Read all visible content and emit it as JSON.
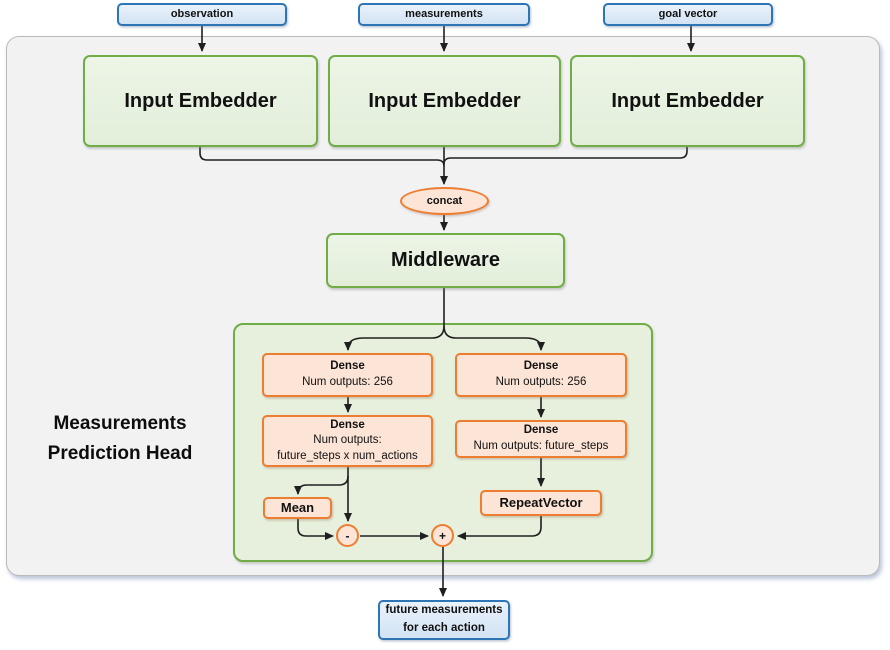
{
  "diagram": {
    "inputs": [
      {
        "label": "observation"
      },
      {
        "label": "measurements"
      },
      {
        "label": "goal vector"
      }
    ],
    "embedders": [
      {
        "label": "Input Embedder"
      },
      {
        "label": "Input Embedder"
      },
      {
        "label": "Input Embedder"
      }
    ],
    "concat": {
      "label": "concat"
    },
    "middleware": {
      "label": "Middleware"
    },
    "head": {
      "title_line1": "Measurements",
      "title_line2": "Prediction Head",
      "dense": [
        {
          "title": "Dense",
          "line1": "Num outputs: 256"
        },
        {
          "title": "Dense",
          "line1": "Num outputs:",
          "line2": "future_steps x num_actions"
        },
        {
          "title": "Dense",
          "line1": "Num outputs: 256"
        },
        {
          "title": "Dense",
          "line1": "Num outputs: future_steps"
        }
      ],
      "mean": {
        "label": "Mean"
      },
      "repeat_vector": {
        "label": "RepeatVector"
      },
      "ops": {
        "subtract": "-",
        "add": "+"
      }
    },
    "output": {
      "line1": "future measurements",
      "line2": "for each action"
    },
    "colors": {
      "blue_border": "#2E75B6",
      "blue_fill": "#DCE9F7",
      "green_border": "#70AD47",
      "green_fill": "#E7F1DE",
      "orange_border": "#ED7D31",
      "orange_fill": "#FCE4D6",
      "panel_fill": "#F2F2F3",
      "arrow": "#1F1F1F"
    }
  }
}
